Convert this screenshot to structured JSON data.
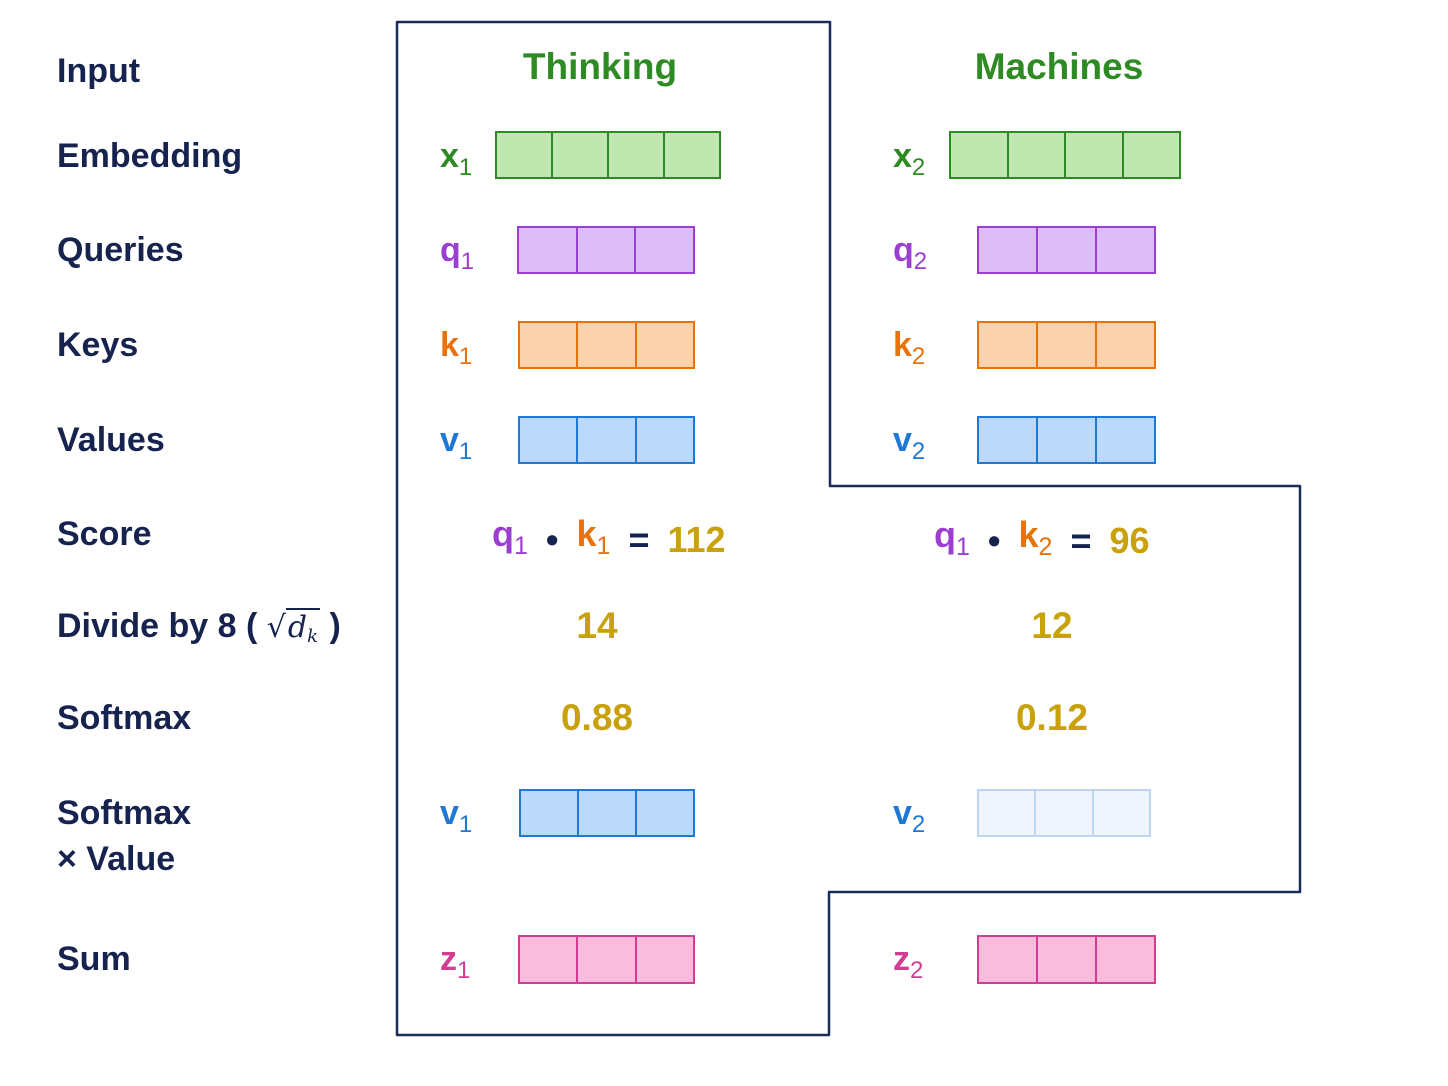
{
  "rows": {
    "input": "Input",
    "embedding": "Embedding",
    "queries": "Queries",
    "keys": "Keys",
    "values": "Values",
    "score": "Score",
    "divide": "Divide by 8 (",
    "divide_sqrt": "d",
    "divide_sqrt_sub": "k",
    "divide_close": ")",
    "softmax": "Softmax",
    "softmax_value_1": "Softmax",
    "softmax_value_2": "× Value",
    "sum": "Sum"
  },
  "colors": {
    "embedding": "#2e8a22",
    "query": "#9b3fd1",
    "key": "#e8720c",
    "value": "#1f78d6",
    "output": "#d63b94",
    "number": "#c9a10a",
    "label": "#16234f"
  },
  "words": [
    {
      "word": "Thinking",
      "x": {
        "base": "x",
        "sub": "1"
      },
      "q": {
        "base": "q",
        "sub": "1"
      },
      "k": {
        "base": "k",
        "sub": "1"
      },
      "v": {
        "base": "v",
        "sub": "1"
      },
      "score": {
        "q": "q",
        "q_sub": "1",
        "dot": "•",
        "k": "k",
        "k_sub": "1",
        "eq": "=",
        "value": "112"
      },
      "divided": "14",
      "softmax": "0.88",
      "weighted_v": {
        "base": "v",
        "sub": "1"
      },
      "z": {
        "base": "z",
        "sub": "1"
      }
    },
    {
      "word": "Machines",
      "x": {
        "base": "x",
        "sub": "2"
      },
      "q": {
        "base": "q",
        "sub": "2"
      },
      "k": {
        "base": "k",
        "sub": "2"
      },
      "v": {
        "base": "v",
        "sub": "2"
      },
      "score": {
        "q": "q",
        "q_sub": "1",
        "dot": "•",
        "k": "k",
        "k_sub": "2",
        "eq": "=",
        "value": "96"
      },
      "divided": "12",
      "softmax": "0.12",
      "weighted_v": {
        "base": "v",
        "sub": "2"
      },
      "z": {
        "base": "z",
        "sub": "2"
      }
    }
  ]
}
